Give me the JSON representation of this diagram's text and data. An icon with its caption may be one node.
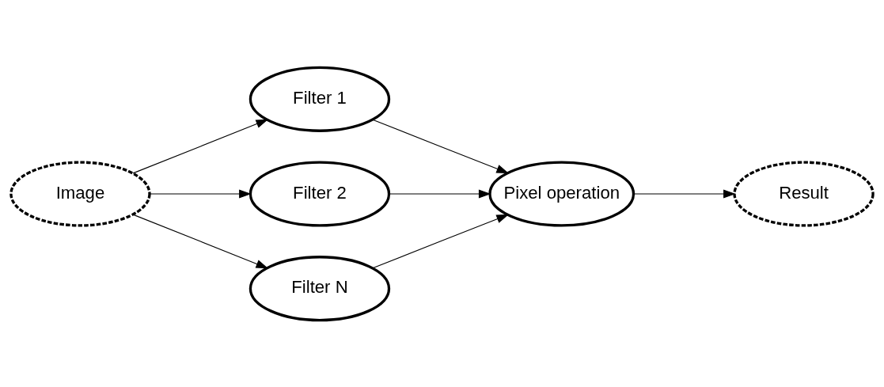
{
  "diagram": {
    "nodes": [
      {
        "text": [
          "Image"
        ]
      },
      {
        "text": [
          "Filter 1"
        ]
      },
      {
        "text": [
          "Filter 2"
        ]
      },
      {
        "text": [
          "Filter N"
        ]
      },
      {
        "text": [
          "Pixel operation"
        ]
      },
      {
        "text": [
          "Result"
        ]
      }
    ],
    "edges": [
      {
        "from": 0,
        "to": 1,
        "arrow": "to"
      },
      {
        "from": 0,
        "to": 2,
        "arrow": "to"
      },
      {
        "from": 0,
        "to": 3,
        "arrow": "to"
      },
      {
        "from": 1,
        "to": 4,
        "arrow": "to"
      },
      {
        "from": 2,
        "to": 4,
        "arrow": "to"
      },
      {
        "from": 3,
        "to": 4,
        "arrow": "to"
      },
      {
        "from": 4,
        "to": 5,
        "arrow": "to"
      }
    ]
  }
}
